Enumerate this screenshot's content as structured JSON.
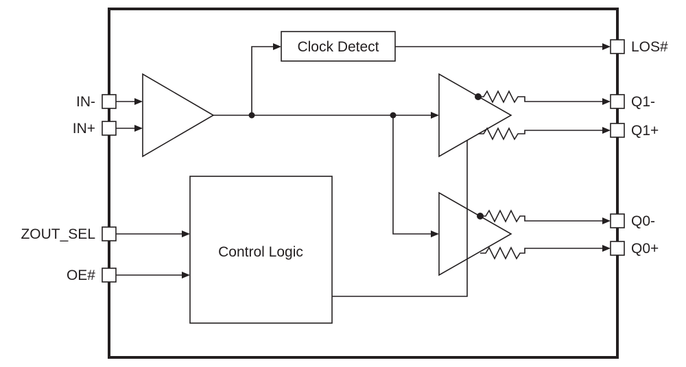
{
  "diagram": {
    "left_pins": {
      "in_minus": "IN-",
      "in_plus": "IN+",
      "zout_sel": "ZOUT_SEL",
      "oe": "OE#"
    },
    "right_pins": {
      "los": "LOS#",
      "q1_minus": "Q1-",
      "q1_plus": "Q1+",
      "q0_minus": "Q0-",
      "q0_plus": "Q0+"
    },
    "blocks": {
      "clock_detect": "Clock Detect",
      "control_logic": "Control Logic"
    }
  }
}
